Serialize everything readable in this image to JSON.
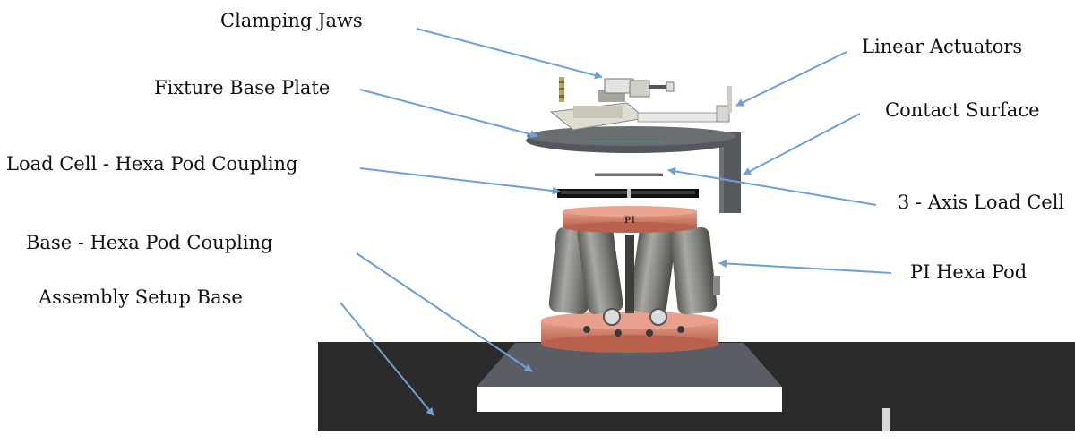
{
  "labels": {
    "clamping_jaws": "Clamping Jaws",
    "linear_actuators": "Linear Actuators",
    "fixture_base_plate": "Fixture Base Plate",
    "contact_surface": "Contact Surface",
    "load_cell_coupling": "Load Cell - Hexa Pod Coupling",
    "load_cell_3axis": "3 - Axis Load Cell",
    "base_hexapod_coupling": "Base - Hexa Pod Coupling",
    "pi_hexapod": "PI Hexa Pod",
    "assembly_setup_base": "Assembly Setup Base",
    "hexapod_brand": "PI"
  },
  "colors": {
    "arrow": "#6f9fd4",
    "base_block": "#2b2b2b",
    "plate_grey": "#54585c",
    "coupling_copper": "#d4826e",
    "actuator_grey": "#8a8a84"
  }
}
